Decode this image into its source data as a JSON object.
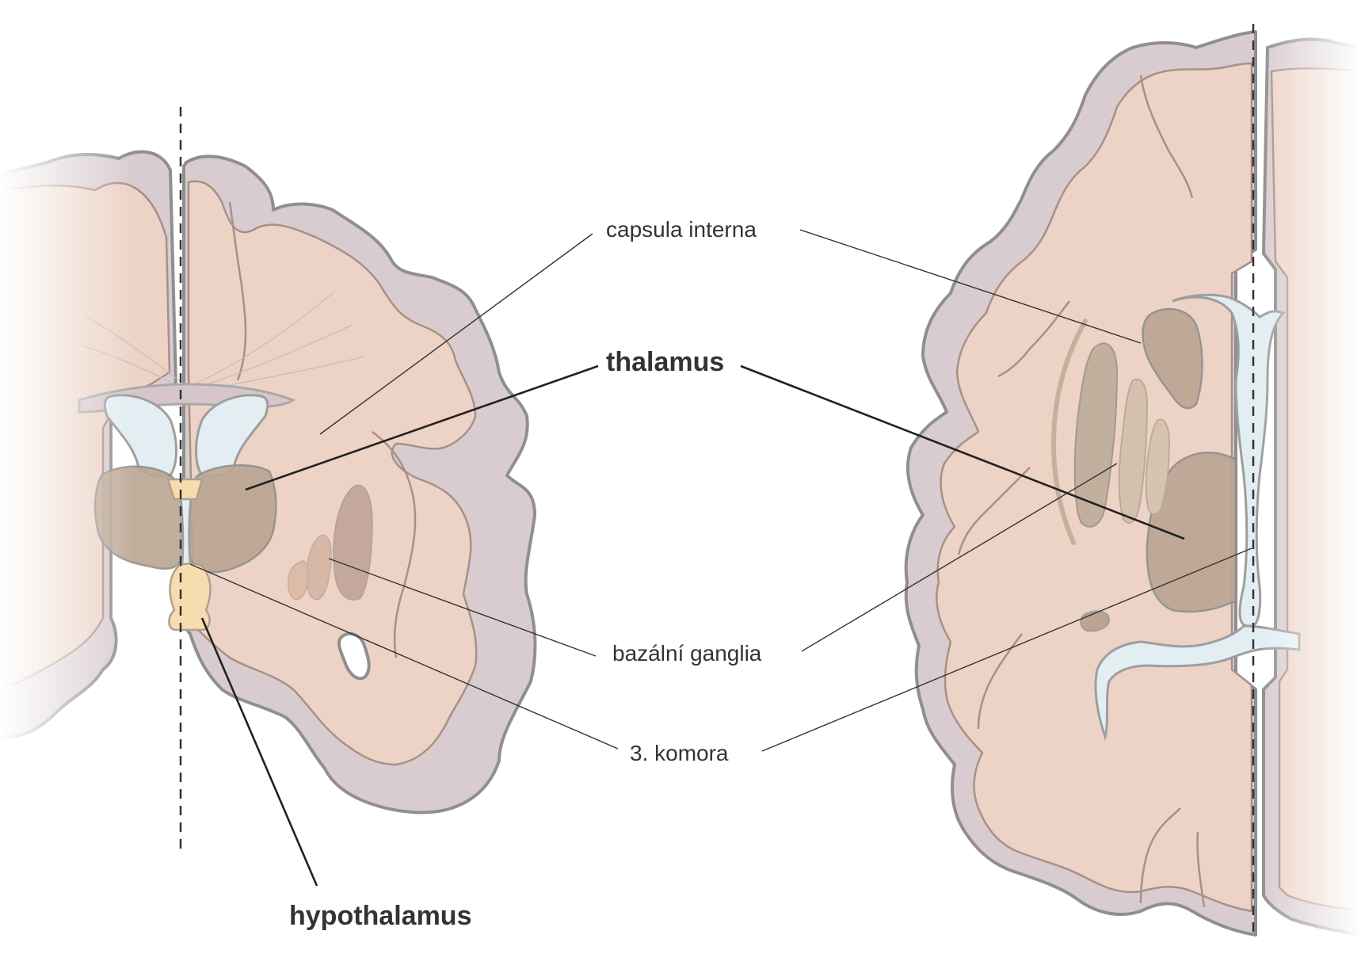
{
  "labels": {
    "capsula_interna": "capsula interna",
    "thalamus": "thalamus",
    "bazalni_ganglia": "bazální ganglia",
    "komora": "3. komora",
    "hypothalamus": "hypothalamus"
  },
  "colors": {
    "cortex": "#d9ccd0",
    "white_matter": "#ecd3c6",
    "ventricle": "#e2eef2",
    "thalamus": "#bba591",
    "basal_ganglia": "#c2aa98",
    "hypothalamus": "#f7dcb0",
    "label_text": "#333333"
  }
}
